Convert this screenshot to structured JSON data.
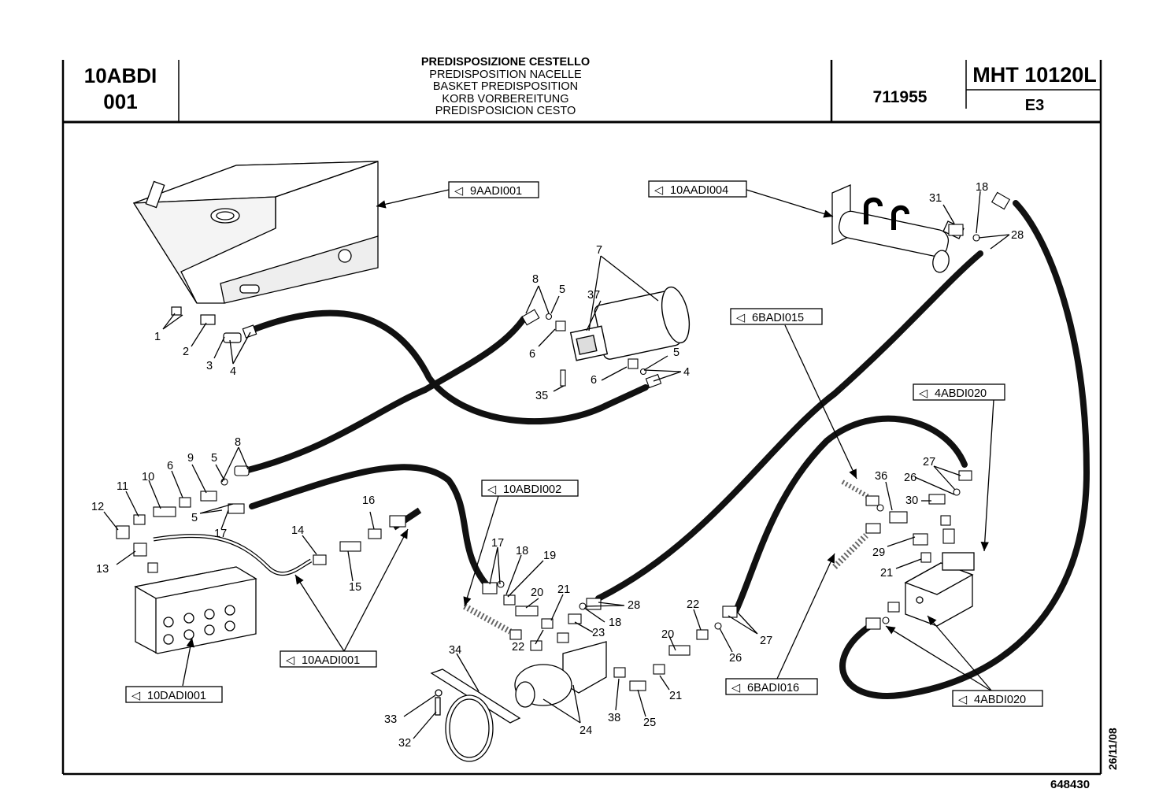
{
  "header": {
    "group_code_line1": "10ABDI",
    "group_code_line2": "001",
    "title_it": "PREDISPOSIZIONE CESTELLO",
    "title_fr": "PREDISPOSITION NACELLE",
    "title_en": "BASKET PREDISPOSITION",
    "title_de": "KORB VORBEREITUNG",
    "title_es": "PREDISPOSICION CESTO",
    "part_number": "711955",
    "model": "MHT 10120L",
    "variant": "E3"
  },
  "footer": {
    "date": "26/11/08",
    "drawing_number": "648430"
  },
  "references": [
    "9AADI001",
    "10AADI004",
    "6BADI015",
    "4ABDI020",
    "10ABDI002",
    "10AADI001",
    "10DADI001",
    "6BADI016",
    "4ABDI020"
  ],
  "item_numbers": [
    "1",
    "2",
    "3",
    "4",
    "8",
    "5",
    "6",
    "37",
    "7",
    "6",
    "35",
    "5",
    "4",
    "31",
    "18",
    "28",
    "8",
    "9",
    "6",
    "10",
    "11",
    "12",
    "13",
    "5",
    "5",
    "17",
    "16",
    "14",
    "15",
    "17",
    "18",
    "19",
    "20",
    "21",
    "22",
    "23",
    "28",
    "18",
    "34",
    "33",
    "32",
    "24",
    "38",
    "25",
    "21",
    "20",
    "22",
    "26",
    "27",
    "36",
    "27",
    "26",
    "30",
    "29",
    "21"
  ],
  "colors": {
    "ink": "#000000",
    "paper": "#ffffff",
    "hose": "#111111"
  }
}
